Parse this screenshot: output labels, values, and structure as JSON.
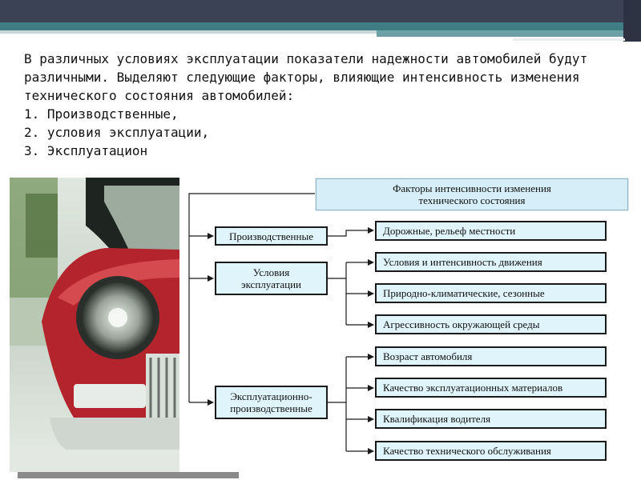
{
  "intro": {
    "paragraph": "В различных условиях эксплуатации показатели надежности автомобилей будут различными. Выделяют следующие факторы, влияющие интенсивность изменения технического состояния автомобилей:",
    "items": [
      "1. Производственные,",
      "2.  условия эксплуатации,",
      "3. Эксплуатацион"
    ]
  },
  "diagram": {
    "root": "Факторы интенсивности изменения технического состояния",
    "groups": [
      {
        "label": "Производственные",
        "children": [
          "Дорожные, рельеф местности"
        ]
      },
      {
        "label": "Условия эксплуатации",
        "children": [
          "Условия и интенсивность движения",
          "Природно-климатические, сезонные",
          "Агрессивность окружающей среды"
        ]
      },
      {
        "label": "Эксплуатационно-производственные",
        "children": [
          "Возраст автомобиля",
          "Качество эксплуатационных материалов",
          "Квалификация водителя",
          "Качество технического обслуживания"
        ]
      }
    ]
  },
  "colors": {
    "header_bar": "#3b4256",
    "accent_teal": "#3f7d84",
    "box_fill": "#dff4fb",
    "car_red": "#b3242c"
  }
}
